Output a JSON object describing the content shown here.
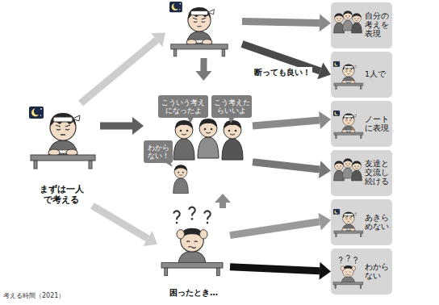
{
  "diagram": {
    "caption": "考える時間（2021）",
    "nodes": [
      {
        "text": [
          "まずは一人で考える"
        ]
      },
      {
        "text": []
      },
      {
        "text": []
      },
      {
        "text": [
          "こういう考えになったよ"
        ],
        "in": 2
      },
      {
        "text": [
          "こう考えたらいいよ"
        ],
        "in": 2
      },
      {
        "text": [
          "わからない！"
        ],
        "in": 2
      },
      {
        "text": [
          "困ったとき…"
        ]
      },
      {
        "text": [
          "自分の考えを表現"
        ]
      },
      {
        "text": [
          "1人で"
        ]
      },
      {
        "text": [
          "ノートに表現"
        ]
      },
      {
        "text": [
          "友達と交流し続ける"
        ]
      },
      {
        "text": [
          "あきらめない"
        ]
      },
      {
        "text": [
          "わからない"
        ]
      }
    ],
    "edges": [
      {
        "from": 0,
        "to": 1,
        "arrow": "to"
      },
      {
        "from": 0,
        "to": 2,
        "arrow": "to"
      },
      {
        "from": 0,
        "to": 6,
        "arrow": "to"
      },
      {
        "from": 1,
        "to": 7,
        "arrow": "to"
      },
      {
        "from": 1,
        "to": 8,
        "label": "断っても良い！",
        "arrow": "to"
      },
      {
        "from": 1,
        "to": 2,
        "arrow": "to"
      },
      {
        "from": 6,
        "to": 2,
        "arrow": "to"
      },
      {
        "from": 2,
        "to": 9,
        "arrow": "to"
      },
      {
        "from": 2,
        "to": 10,
        "arrow": "to"
      },
      {
        "from": 6,
        "to": 11,
        "arrow": "to"
      },
      {
        "from": 6,
        "to": 12,
        "arrow": "to"
      }
    ]
  }
}
